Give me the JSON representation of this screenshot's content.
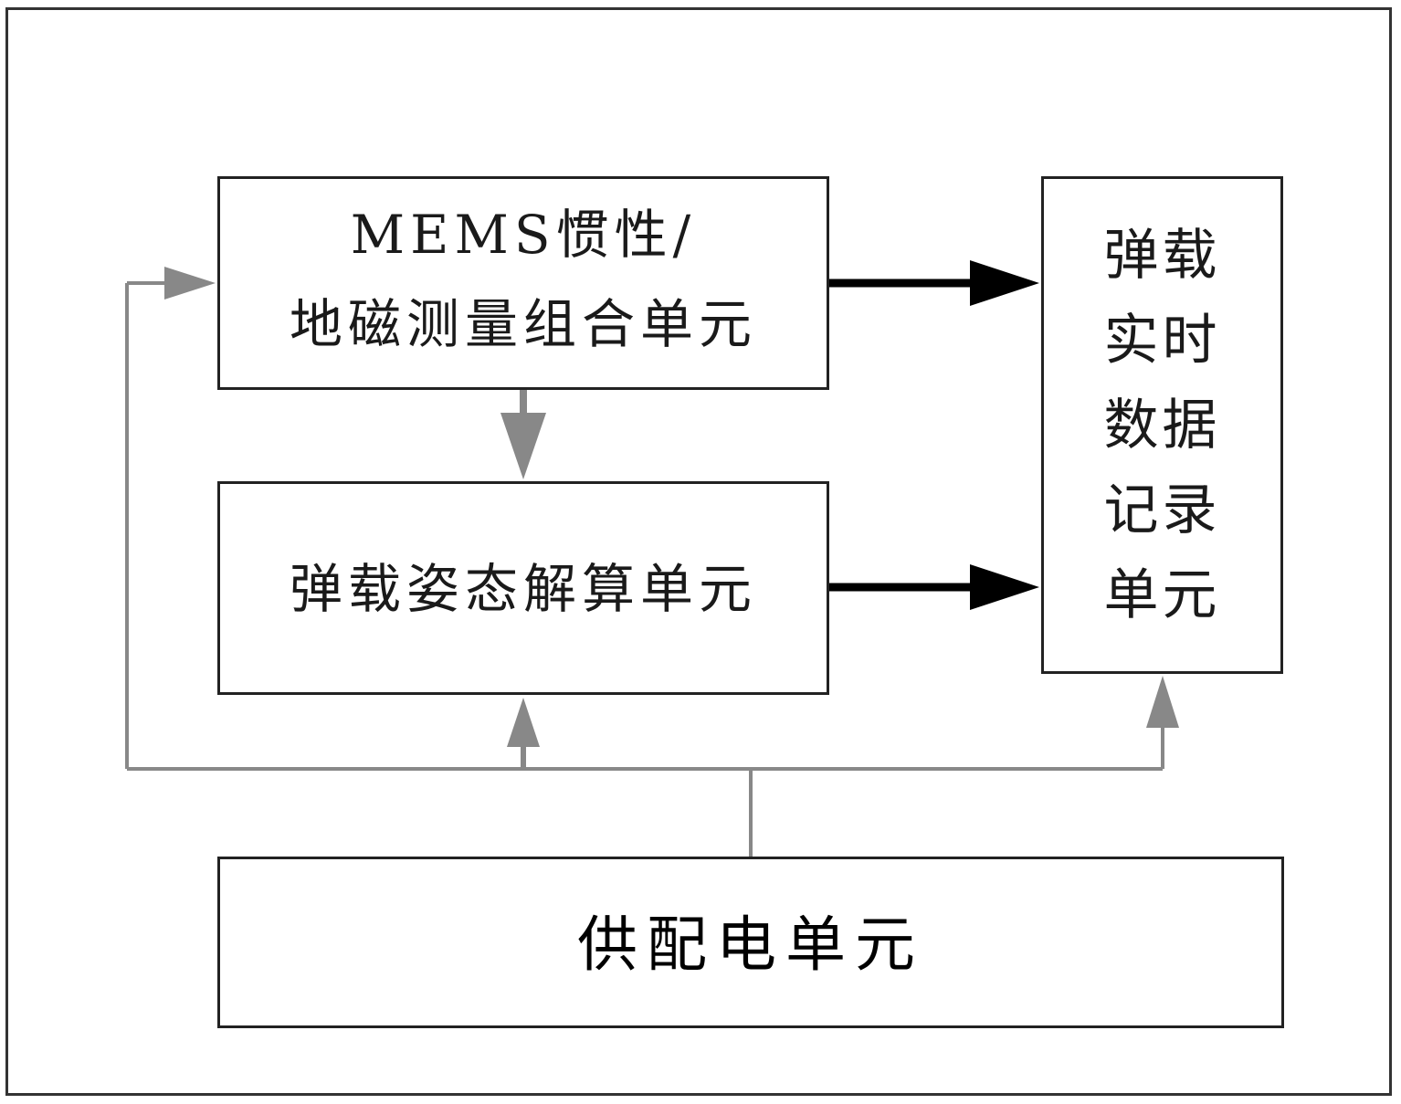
{
  "diagram": {
    "nodes": {
      "mems": {
        "line1": "MEMS惯性/",
        "line2": "地磁测量组合单元"
      },
      "attitude": {
        "line1": "弹载姿态解算单元"
      },
      "recorder": {
        "chars": [
          "弹载",
          "实时",
          "数据",
          "记录",
          "单元"
        ]
      },
      "power": {
        "line1": "供配电单元"
      }
    },
    "edges": [
      {
        "from": "mems",
        "to": "recorder",
        "style": "thick-black"
      },
      {
        "from": "attitude",
        "to": "recorder",
        "style": "thick-black"
      },
      {
        "from": "mems",
        "to": "attitude",
        "style": "gray"
      },
      {
        "from": "power",
        "to": "mems",
        "style": "gray"
      },
      {
        "from": "power",
        "to": "attitude",
        "style": "gray"
      },
      {
        "from": "power",
        "to": "recorder",
        "style": "gray"
      }
    ],
    "colors": {
      "data_arrow": "#000000",
      "power_arrow": "#888888",
      "box_border": "#222222"
    }
  }
}
